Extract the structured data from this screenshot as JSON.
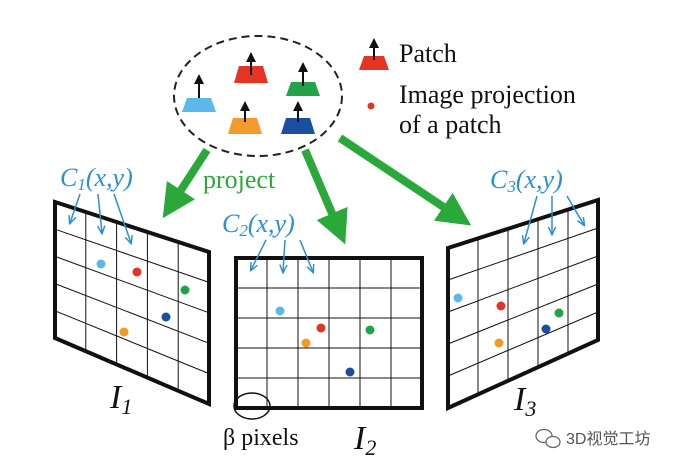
{
  "legend": {
    "patch_label": "Patch",
    "projection_label_line1": "Image projection",
    "projection_label_line2": "of a patch"
  },
  "arrow_label": "project",
  "images": [
    {
      "name_main": "I",
      "name_sub": "1",
      "cell_label": {
        "main": "C",
        "sub": "1",
        "args": "(x,y)"
      }
    },
    {
      "name_main": "I",
      "name_sub": "2",
      "cell_label": {
        "main": "C",
        "sub": "2",
        "args": "(x,y)"
      }
    },
    {
      "name_main": "I",
      "name_sub": "3",
      "cell_label": {
        "main": "C",
        "sub": "3",
        "args": "(x,y)"
      }
    }
  ],
  "beta_label": "β pixels",
  "watermark": "3D视觉工坊",
  "colors": {
    "cyan_blue": "#5bb8e8",
    "red": "#e53424",
    "green": "#22a34a",
    "orange": "#f39a2c",
    "dark_blue": "#1a4fa0",
    "label_blue": "#2b8fd6",
    "arrow_green": "#2aa83a",
    "dot_red": "#e53424"
  }
}
